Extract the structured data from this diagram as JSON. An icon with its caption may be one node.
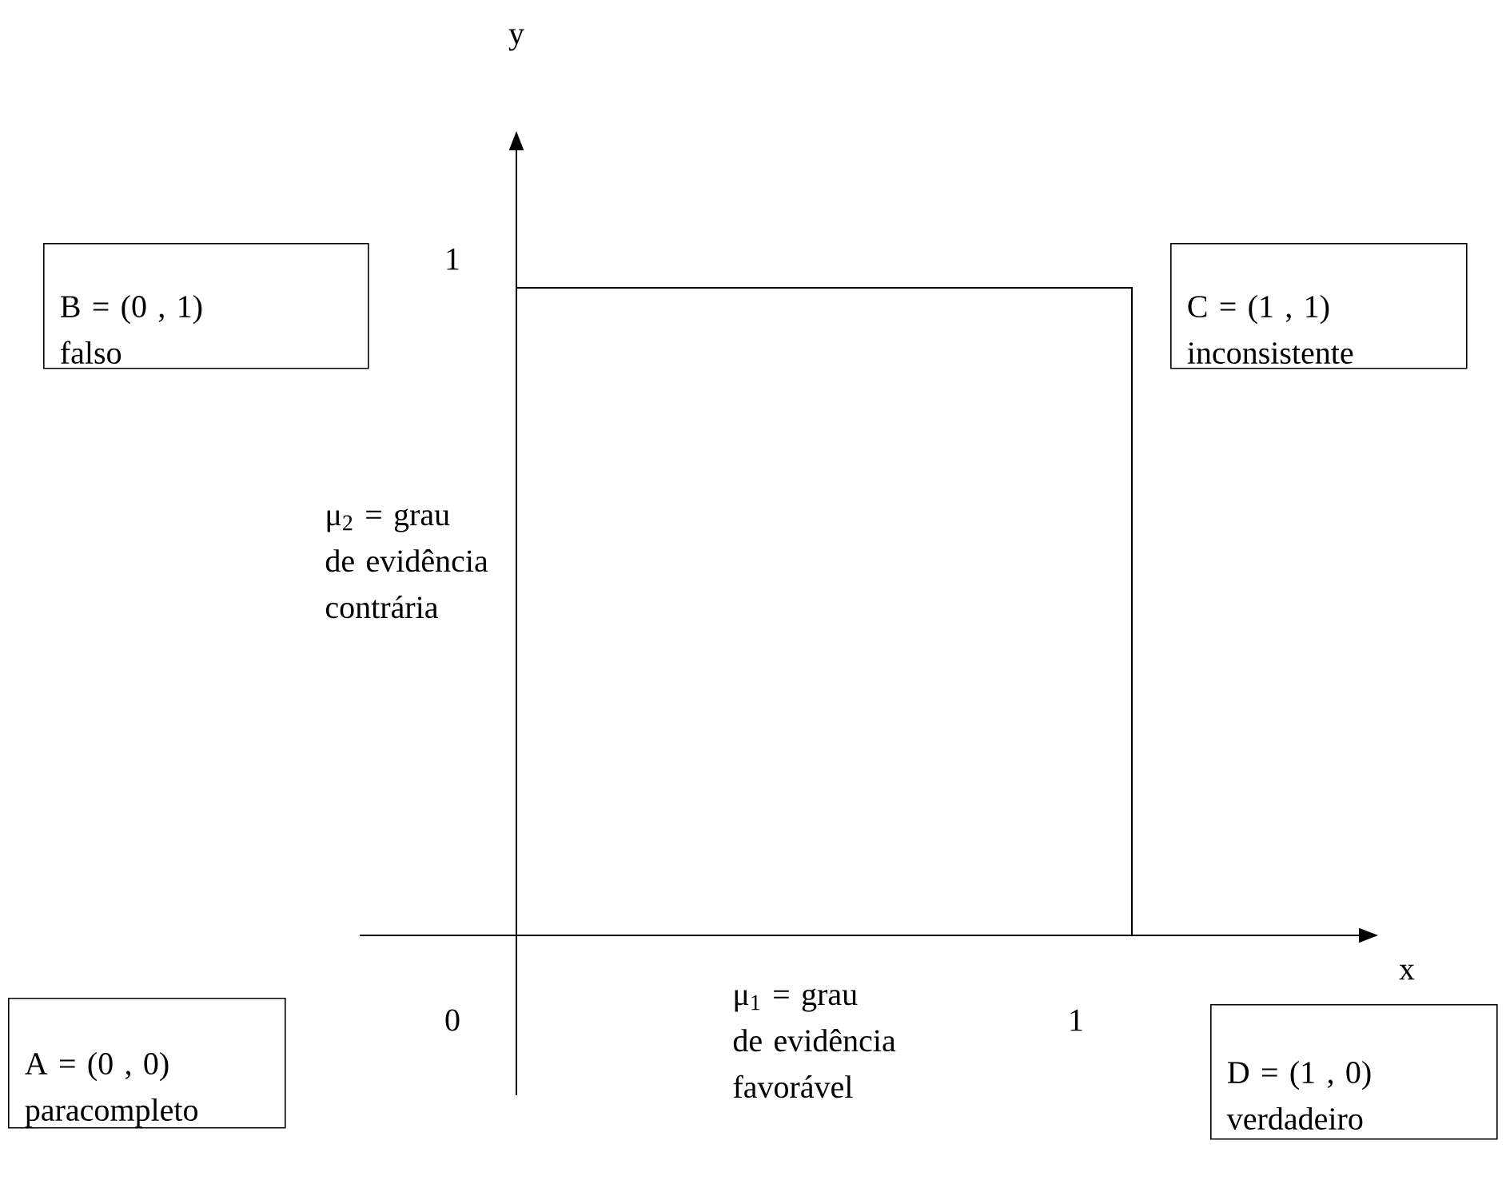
{
  "diagram": {
    "nodes": [
      {
        "text": [
          "B = (0 , 1)",
          "falso"
        ]
      },
      {
        "text": [
          "C = (1 , 1)",
          "inconsistente"
        ]
      },
      {
        "text": [
          "A = (0 , 0)",
          "paracompleto"
        ]
      },
      {
        "text": [
          "D = (1 , 0)",
          "verdadeiro"
        ]
      }
    ],
    "labels": [
      "y",
      "1",
      "μ$_{2}$ = grau de evidência contrária",
      "x",
      "0",
      "μ$_{1}$ = grau de evidência favorável",
      "1"
    ]
  }
}
